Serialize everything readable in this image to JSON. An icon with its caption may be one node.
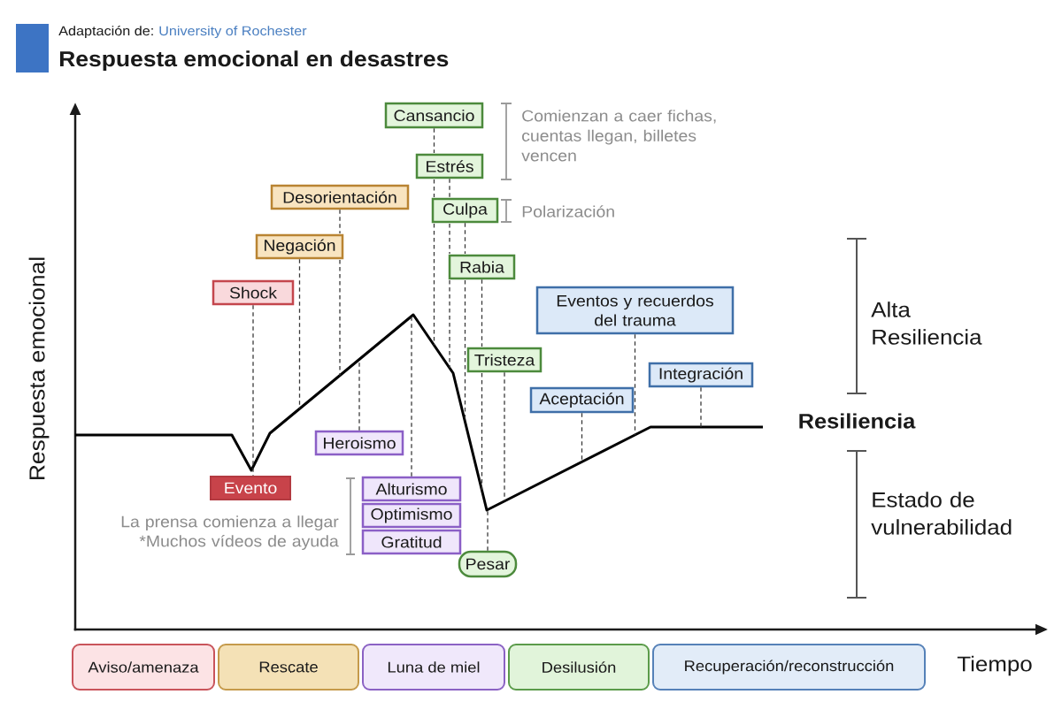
{
  "diagram": {
    "title": "Respuesta emocional en desastres",
    "nodes": [
      {
        "text": [
          "Cansancio"
        ]
      },
      {
        "text": [
          "Estrés"
        ]
      },
      {
        "text": [
          "Desorientación"
        ]
      },
      {
        "text": [
          "Culpa"
        ]
      },
      {
        "text": [
          "Negación"
        ]
      },
      {
        "text": [
          "Rabia"
        ]
      },
      {
        "text": [
          "Shock"
        ]
      },
      {
        "text": [
          "Eventos y recuerdos del trauma"
        ]
      },
      {
        "text": [
          "Tristeza"
        ]
      },
      {
        "text": [
          "Integración"
        ]
      },
      {
        "text": [
          "Aceptación"
        ]
      },
      {
        "text": [
          "Heroismo"
        ]
      },
      {
        "text": [
          "Evento"
        ]
      },
      {
        "text": [
          "Alturismo"
        ]
      },
      {
        "text": [
          "Optimismo"
        ]
      },
      {
        "text": [
          "Gratitud"
        ]
      },
      {
        "text": [
          "Pesar"
        ]
      },
      {
        "text": [
          "Aviso/amenaza"
        ]
      },
      {
        "text": [
          "Rescate"
        ]
      },
      {
        "text": [
          "Luna de miel"
        ]
      },
      {
        "text": [
          "Desilusión"
        ]
      },
      {
        "text": [
          "Recuperación/reconstrucción"
        ]
      }
    ],
    "edges": [
      {
        "from": 6,
        "to": 12,
        "arrow": "none",
        "style": "dashed"
      },
      {
        "from": 4,
        "to": null,
        "arrow": "none",
        "style": "dashed"
      },
      {
        "from": 2,
        "to": null,
        "arrow": "none",
        "style": "dashed"
      },
      {
        "from": 11,
        "to": null,
        "arrow": "none",
        "style": "dashed"
      },
      {
        "from": 13,
        "to": null,
        "arrow": "none",
        "style": "dashed"
      },
      {
        "from": 0,
        "to": null,
        "arrow": "none",
        "style": "dashed"
      },
      {
        "from": 1,
        "to": null,
        "arrow": "none",
        "style": "dashed"
      },
      {
        "from": 3,
        "to": null,
        "arrow": "none",
        "style": "dashed"
      },
      {
        "from": 5,
        "to": null,
        "arrow": "none",
        "style": "dashed"
      },
      {
        "from": 8,
        "to": null,
        "arrow": "none",
        "style": "dashed"
      },
      {
        "from": 16,
        "to": null,
        "arrow": "none",
        "style": "dashed"
      },
      {
        "from": 10,
        "to": null,
        "arrow": "none",
        "style": "dashed"
      },
      {
        "from": 7,
        "to": null,
        "arrow": "none",
        "style": "dashed"
      },
      {
        "from": 9,
        "to": null,
        "arrow": "none",
        "style": "dashed"
      }
    ],
    "labels": [
      "Adaptación de:",
      "University of Rochester",
      "Comienzan a caer fichas, cuentas llegan, billetes vencen",
      "Polarización",
      "Respuesta emocional",
      "Alta Resiliencia",
      "Resiliencia",
      "La prensa comienza a llegar *Muchos vídeos de ayuda",
      "Estado de vulnerabilidad",
      "Tiempo"
    ]
  }
}
